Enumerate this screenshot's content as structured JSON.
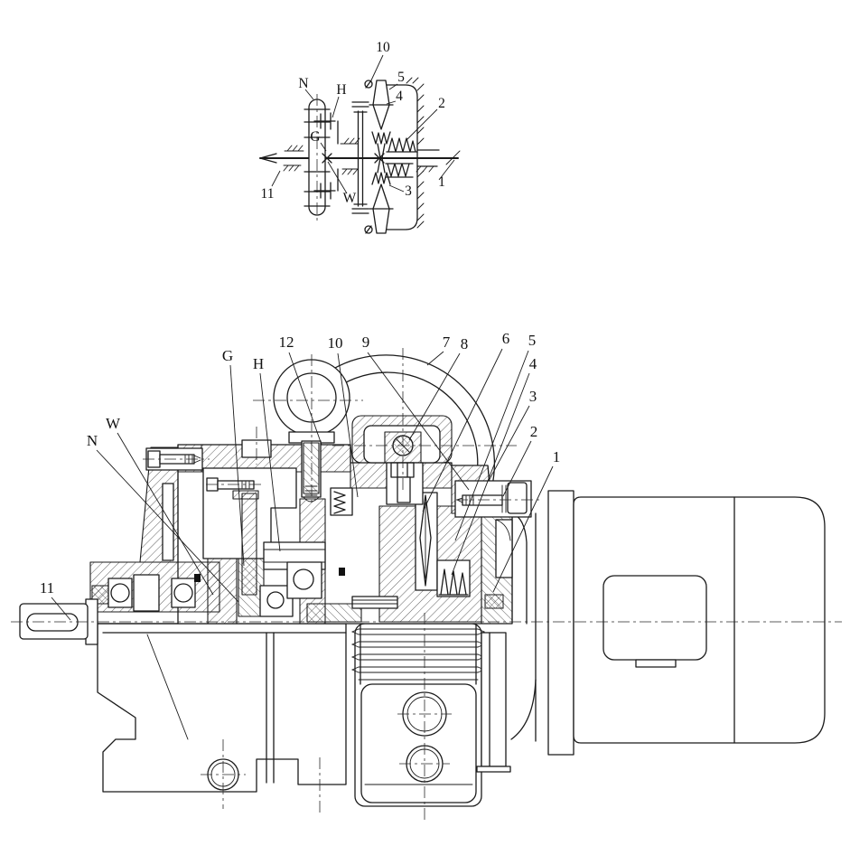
{
  "figure": {
    "kind": "mechanical engineering drawing - cycloidal gear reducer with motor",
    "background_color": "#ffffff",
    "line_color": "#1b1b1b"
  },
  "top_schematic": {
    "name": "kinematic diagram",
    "labels": [
      {
        "text": "10"
      },
      {
        "text": "5"
      },
      {
        "text": "4"
      },
      {
        "text": "2"
      },
      {
        "text": "1"
      },
      {
        "text": "3"
      },
      {
        "text": "11"
      },
      {
        "text": "N"
      },
      {
        "text": "H"
      },
      {
        "text": "G"
      },
      {
        "text": "W"
      }
    ]
  },
  "section_view": {
    "name": "cross-section assembly drawing",
    "labels": [
      {
        "text": "G"
      },
      {
        "text": "H"
      },
      {
        "text": "12"
      },
      {
        "text": "10"
      },
      {
        "text": "9"
      },
      {
        "text": "7"
      },
      {
        "text": "8"
      },
      {
        "text": "6"
      },
      {
        "text": "5"
      },
      {
        "text": "4"
      },
      {
        "text": "3"
      },
      {
        "text": "2"
      },
      {
        "text": "1"
      },
      {
        "text": "W"
      },
      {
        "text": "N"
      },
      {
        "text": "11"
      }
    ]
  }
}
